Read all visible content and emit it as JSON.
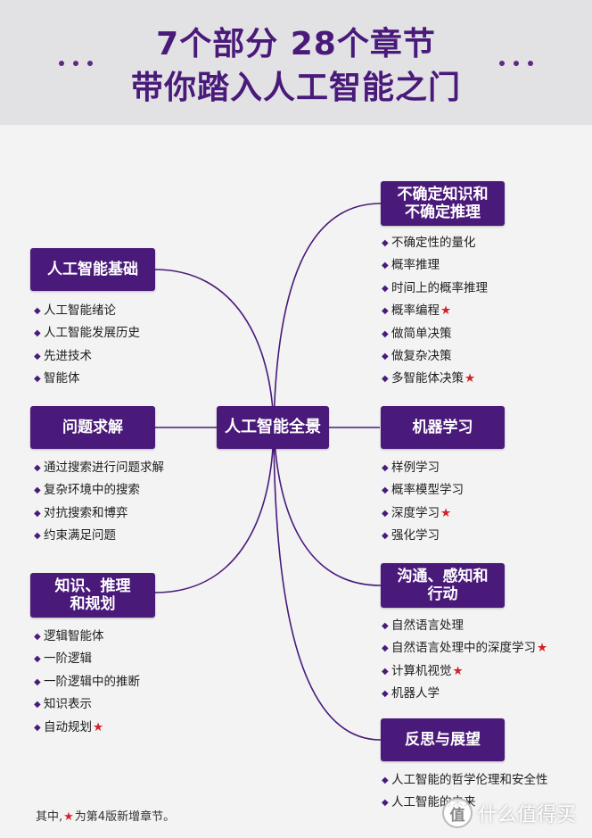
{
  "header": {
    "title_line1": "7个部分 28个章节",
    "title_line2": "带你踏入人工智能之门"
  },
  "center": {
    "label": "人工智能全景"
  },
  "left_groups": [
    {
      "title_lines": [
        "人工智能基础"
      ],
      "items": [
        {
          "text": "人工智能绪论",
          "new": false
        },
        {
          "text": "人工智能发展历史",
          "new": false
        },
        {
          "text": "先进技术",
          "new": false
        },
        {
          "text": "智能体",
          "new": false
        }
      ]
    },
    {
      "title_lines": [
        "问题求解"
      ],
      "items": [
        {
          "text": "通过搜索进行问题求解",
          "new": false
        },
        {
          "text": "复杂环境中的搜索",
          "new": false
        },
        {
          "text": "对抗搜索和博弈",
          "new": false
        },
        {
          "text": "约束满足问题",
          "new": false
        }
      ]
    },
    {
      "title_lines": [
        "知识、推理",
        "和规划"
      ],
      "items": [
        {
          "text": "逻辑智能体",
          "new": false
        },
        {
          "text": "一阶逻辑",
          "new": false
        },
        {
          "text": "一阶逻辑中的推断",
          "new": false
        },
        {
          "text": "知识表示",
          "new": false
        },
        {
          "text": "自动规划",
          "new": true
        }
      ]
    }
  ],
  "right_groups": [
    {
      "title_lines": [
        "不确定知识和",
        "不确定推理"
      ],
      "items": [
        {
          "text": "不确定性的量化",
          "new": false
        },
        {
          "text": "概率推理",
          "new": false
        },
        {
          "text": "时间上的概率推理",
          "new": false
        },
        {
          "text": "概率编程",
          "new": true
        },
        {
          "text": "做简单决策",
          "new": false
        },
        {
          "text": "做复杂决策",
          "new": false
        },
        {
          "text": "多智能体决策",
          "new": true
        }
      ]
    },
    {
      "title_lines": [
        "机器学习"
      ],
      "items": [
        {
          "text": "样例学习",
          "new": false
        },
        {
          "text": "概率模型学习",
          "new": false
        },
        {
          "text": "深度学习",
          "new": true
        },
        {
          "text": "强化学习",
          "new": false
        }
      ]
    },
    {
      "title_lines": [
        "沟通、感知和",
        "行动"
      ],
      "items": [
        {
          "text": "自然语言处理",
          "new": false
        },
        {
          "text": "自然语言处理中的深度学习",
          "new": true
        },
        {
          "text": "计算机视觉",
          "new": true
        },
        {
          "text": "机器人学",
          "new": false
        }
      ]
    },
    {
      "title_lines": [
        "反思与展望"
      ],
      "items": [
        {
          "text": "人工智能的哲学伦理和安全性",
          "new": false
        },
        {
          "text": "人工智能的未来",
          "new": false
        }
      ]
    }
  ],
  "footnote": {
    "prefix": "其中,",
    "star_icon": "star-icon",
    "suffix": "为第4版新增章节。"
  },
  "watermark": {
    "badge": "值",
    "text": "什么值得买"
  },
  "colors": {
    "accent_purple": "#4a1a7a",
    "star_red": "#d2232a",
    "header_bg": "#e2e2e5",
    "page_bg": "#f3f3f4"
  }
}
